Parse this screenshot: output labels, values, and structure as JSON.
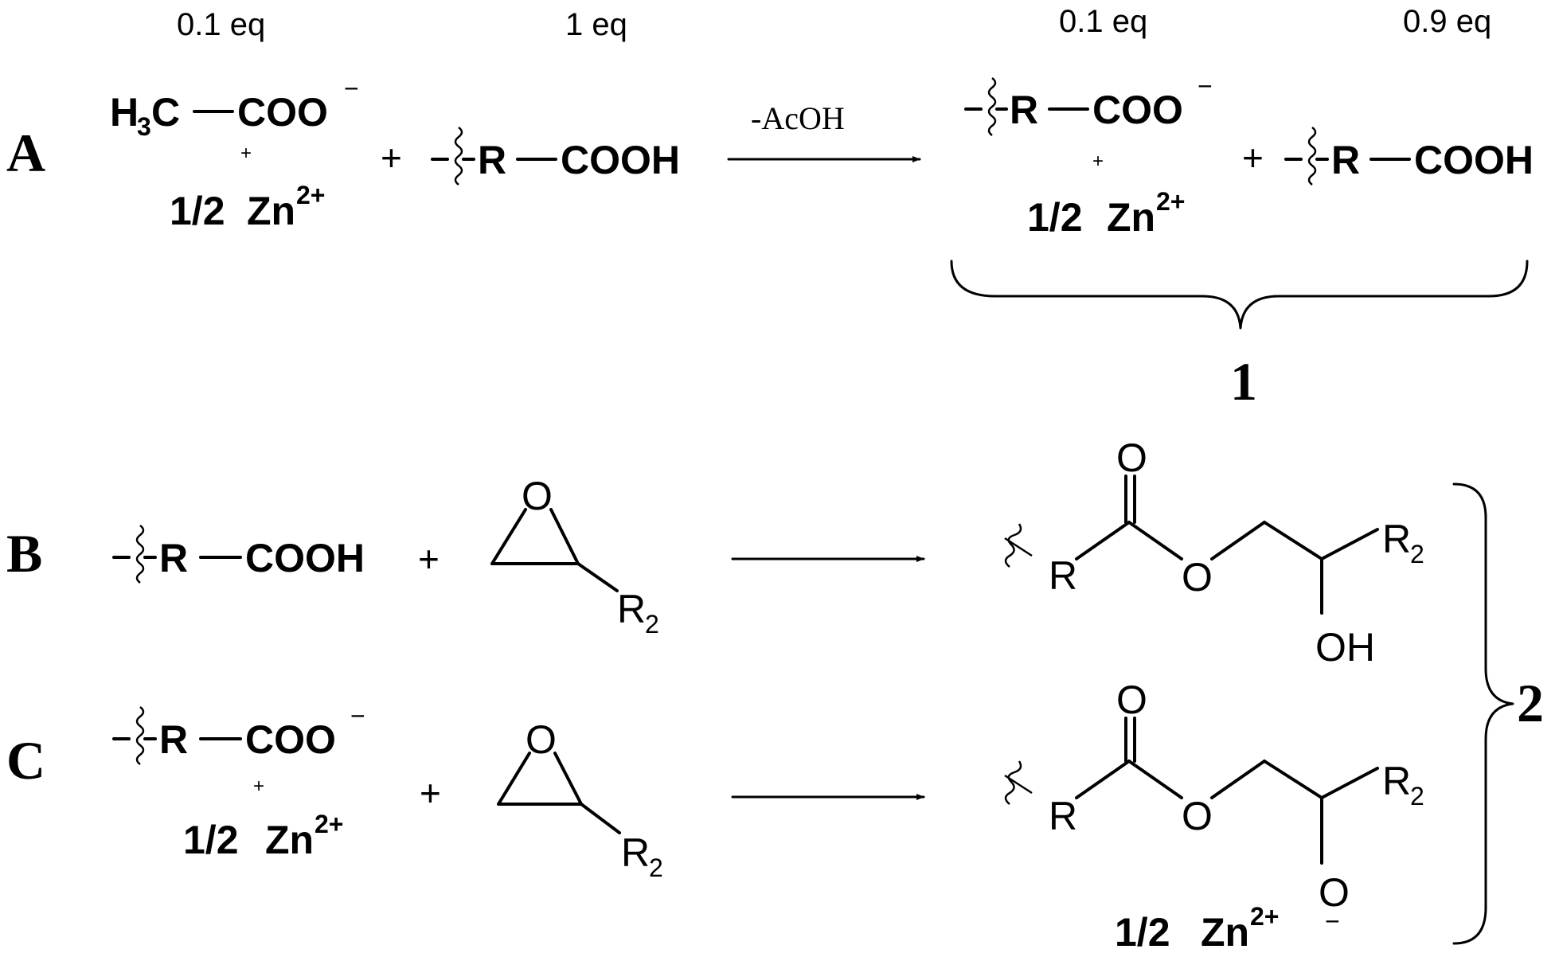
{
  "scheme": {
    "row_a": {
      "label": "A",
      "eq_left_acetate": "0.1 eq",
      "eq_left_acid": "1 eq",
      "eq_right_carboxylate": "0.1 eq",
      "eq_right_acid": "0.9 eq",
      "acetate_h3c": "H",
      "acetate_h3c_sub": "3",
      "acetate_c": "C",
      "acetate_coo": "COO",
      "minus": "−",
      "zn_half": "1/2",
      "zn": "Zn",
      "zn_charge": "2+",
      "small_plus": "+",
      "plus": "+",
      "acid_r": "R",
      "acid_cooh": "COOH",
      "arrow_label": "-AcOH",
      "product_group_label": "1"
    },
    "row_b": {
      "label": "B",
      "acid_r": "R",
      "acid_cooh": "COOH",
      "plus": "+",
      "epoxide_o": "O",
      "epoxide_r": "R",
      "epoxide_r_sub": "2",
      "product_carbonyl_o": "O",
      "product_r": "R",
      "product_ester_o": "O",
      "product_r2": "R",
      "product_r2_sub": "2",
      "product_oh": "OH"
    },
    "row_c": {
      "label": "C",
      "carboxylate_r": "R",
      "carboxylate_coo": "COO",
      "minus": "−",
      "small_plus": "+",
      "zn_half": "1/2",
      "zn": "Zn",
      "zn_charge": "2+",
      "plus": "+",
      "epoxide_o": "O",
      "epoxide_r": "R",
      "epoxide_r_sub": "2",
      "product_carbonyl_o": "O",
      "product_r": "R",
      "product_ester_o": "O",
      "product_r2": "R",
      "product_r2_sub": "2",
      "product_alkoxide_o": "O",
      "product_alkoxide_minus": "−",
      "product_zn_half": "1/2",
      "product_zn": "Zn",
      "product_zn_charge": "2+"
    },
    "product_group_label_bc": "2"
  }
}
